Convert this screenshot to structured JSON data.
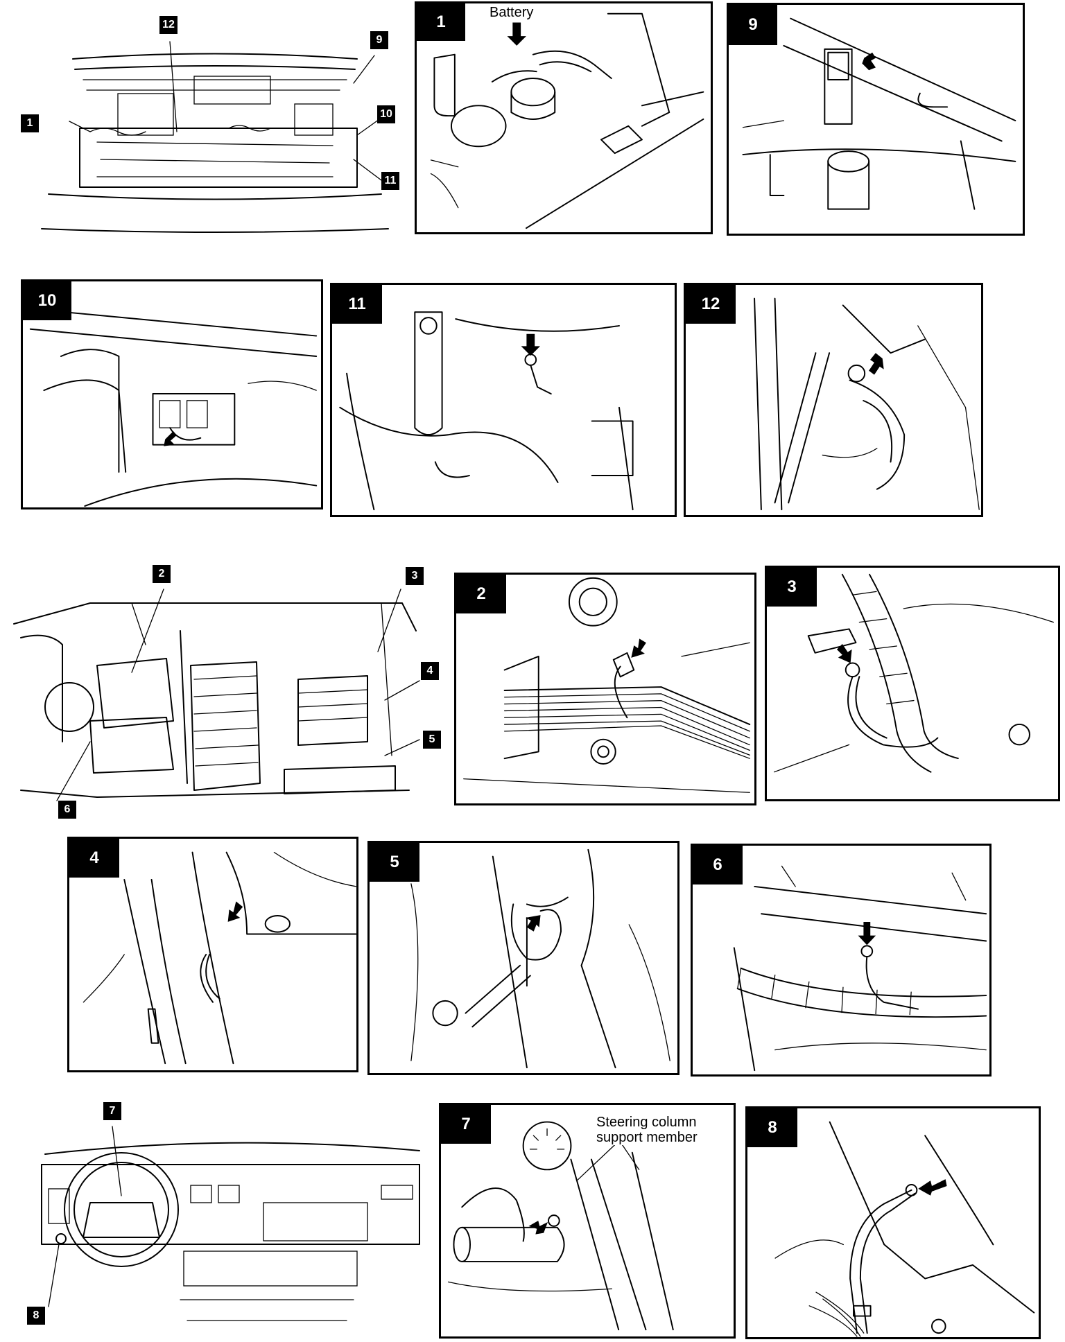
{
  "overviews": {
    "engine_bay": {
      "callouts": [
        "1",
        "12",
        "9",
        "10",
        "11"
      ]
    },
    "interior": {
      "callouts": [
        "2",
        "3",
        "4",
        "5",
        "6"
      ]
    },
    "dashboard": {
      "callouts": [
        "7",
        "8"
      ]
    }
  },
  "panels": [
    {
      "number": "1",
      "annotation": "Battery"
    },
    {
      "number": "9"
    },
    {
      "number": "10"
    },
    {
      "number": "11"
    },
    {
      "number": "12"
    },
    {
      "number": "2"
    },
    {
      "number": "3"
    },
    {
      "number": "4"
    },
    {
      "number": "5"
    },
    {
      "number": "6"
    },
    {
      "number": "7",
      "annotation_line1": "Steering column",
      "annotation_line2": "support member"
    },
    {
      "number": "8"
    }
  ],
  "icons": [
    "ground-arrow-icon"
  ]
}
